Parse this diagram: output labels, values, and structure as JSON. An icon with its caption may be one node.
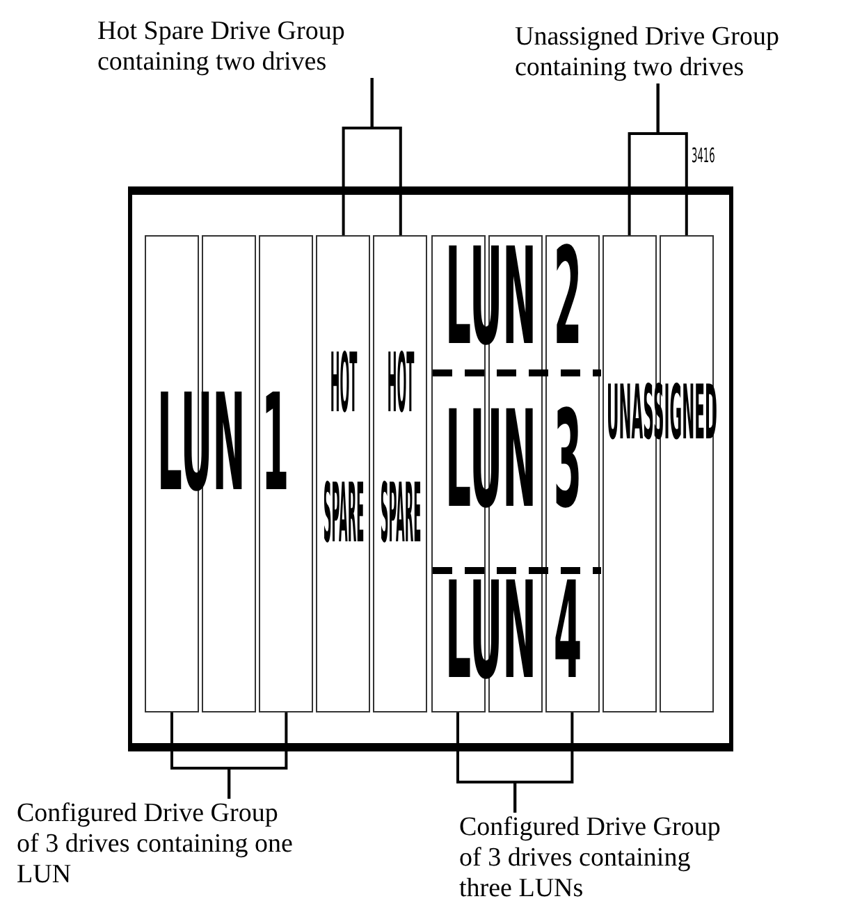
{
  "diagram": {
    "nodes": [
      {
        "text": [
          "Hot Spare Drive Group containing two drives"
        ]
      },
      {
        "text": [
          "Unassigned Drive Group containing two drives"
        ]
      },
      {
        "text": [],
        "shape": "box"
      },
      {
        "text": [],
        "shape": "box",
        "in": 2
      },
      {
        "text": [],
        "shape": "box",
        "in": 2
      },
      {
        "text": [],
        "shape": "box",
        "in": 2
      },
      {
        "text": [
          "HOT SPARE"
        ],
        "in": 2
      },
      {
        "text": [
          "HOT SPARE"
        ],
        "in": 2
      },
      {
        "text": [],
        "shape": "box",
        "in": 2
      },
      {
        "text": [],
        "shape": "box",
        "in": 2
      },
      {
        "text": [],
        "shape": "box",
        "in": 2
      },
      {
        "text": [],
        "shape": "box",
        "in": 2
      },
      {
        "text": [],
        "shape": "box",
        "in": 2
      },
      {
        "text": [
          "Configured Drive Group of 3 drives containing one LUN"
        ]
      },
      {
        "text": [
          "Configured Drive Group of 3 drives containing three LUNs"
        ]
      }
    ],
    "edges": [
      {
        "from": 0,
        "to": 6,
        "arrow": "none"
      },
      {
        "from": 0,
        "to": 7,
        "arrow": "none"
      },
      {
        "from": 1,
        "to": 11,
        "arrow": "none"
      },
      {
        "from": 1,
        "to": 12,
        "arrow": "none"
      },
      {
        "from": 13,
        "to": 3,
        "arrow": "none"
      },
      {
        "from": 13,
        "to": 5,
        "arrow": "none"
      },
      {
        "from": 14,
        "to": 8,
        "arrow": "none"
      },
      {
        "from": 14,
        "to": 10,
        "arrow": "none"
      }
    ],
    "labels": [
      "3416",
      "LUN 2",
      "LUN 1",
      "LUN 3",
      "UNASSIGNED",
      "LUN 4"
    ]
  }
}
